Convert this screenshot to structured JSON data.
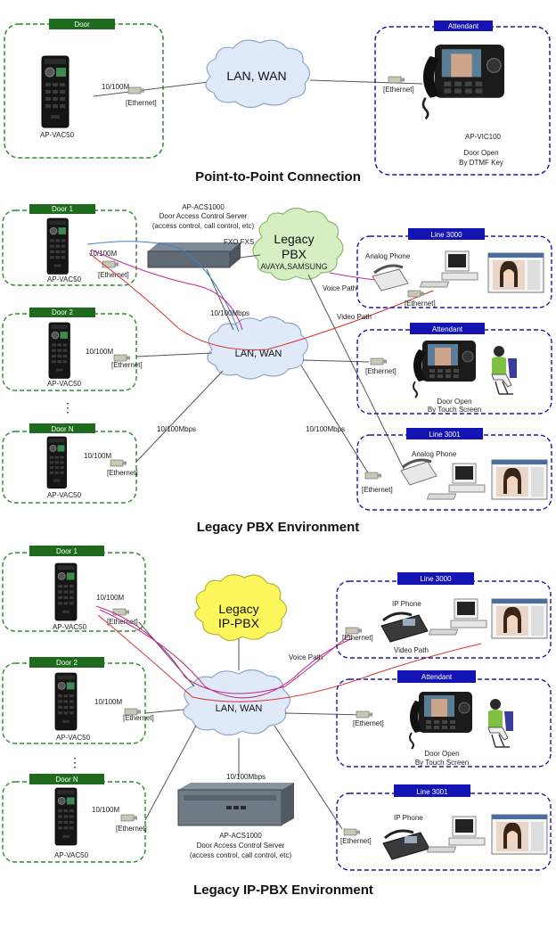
{
  "section1": {
    "title": "Point-to-Point Connection",
    "door_box": "Door",
    "door_device": "AP-VAC50",
    "speed": "10/100M",
    "ethernet": "[Ethernet]",
    "cloud": "LAN, WAN",
    "ethernet_att": "[Ethernet]",
    "attendant_box": "Attendant",
    "attendant_device": "AP-VIC100",
    "door_open_1": "Door Open",
    "door_open_2": "By DTMF Key"
  },
  "section2": {
    "title": "Legacy PBX Environment",
    "server_name": "AP-ACS1000",
    "server_desc1": "Door Access Control Server",
    "server_desc2": "(access control, call control, etc)",
    "fxo": "FXO,FXS",
    "pbx_l1": "Legacy",
    "pbx_l2": "PBX",
    "pbx_l3": "AVAYA,SAMSUNG",
    "voice_path": "Voice Path",
    "video_path": "Video Path",
    "mbps_a": "10/100Mbps",
    "mbps_b": "10/100Mbps",
    "mbps_c": "10/100Mbps",
    "cloud": "LAN, WAN",
    "door1": "Door 1",
    "door2": "Door 2",
    "doorn": "Door N",
    "device": "AP-VAC50",
    "speed": "10/100M",
    "ethernet": "[Ethernet]",
    "dots": "⋮",
    "line3000": "Line 3000",
    "analog_phone": "Analog Phone",
    "attendant": "Attendant",
    "door_open_1": "Door Open",
    "door_open_2": "By Touch Screen",
    "line3001": "Line 3001"
  },
  "section3": {
    "title": "Legacy IP-PBX Environment",
    "pbx_l1": "Legacy",
    "pbx_l2": "IP-PBX",
    "cloud": "LAN, WAN",
    "voice_path": "Voice Path",
    "video_path": "Video Path",
    "mbps": "10/100Mbps",
    "server_name": "AP-ACS1000",
    "server_desc1": "Door Access Control Server",
    "server_desc2": "(access control, call control, etc)",
    "door1": "Door 1",
    "door2": "Door 2",
    "doorn": "Door N",
    "device": "AP-VAC50",
    "speed": "10/100M",
    "ethernet": "[Ethernet]",
    "dots": "⋮",
    "line3000": "Line 3000",
    "ip_phone": "IP Phone",
    "attendant": "Attendant",
    "door_open_1": "Door Open",
    "door_open_2": "By Touch Screen",
    "line3001": "Line 3001"
  },
  "colors": {
    "door_border": "#2e8b2e",
    "door_header": "#1e6b1e",
    "att_border": "#1a1aa6",
    "att_header": "#1414b4",
    "cloud_fill": "#dfe9f7",
    "pbx_cloud_green": "#d5efc3",
    "pbx_cloud_yellow": "#fbf65c",
    "voice_line": "#c0258c",
    "video_line": "#d93030",
    "data_line": "#3d7fc4"
  }
}
